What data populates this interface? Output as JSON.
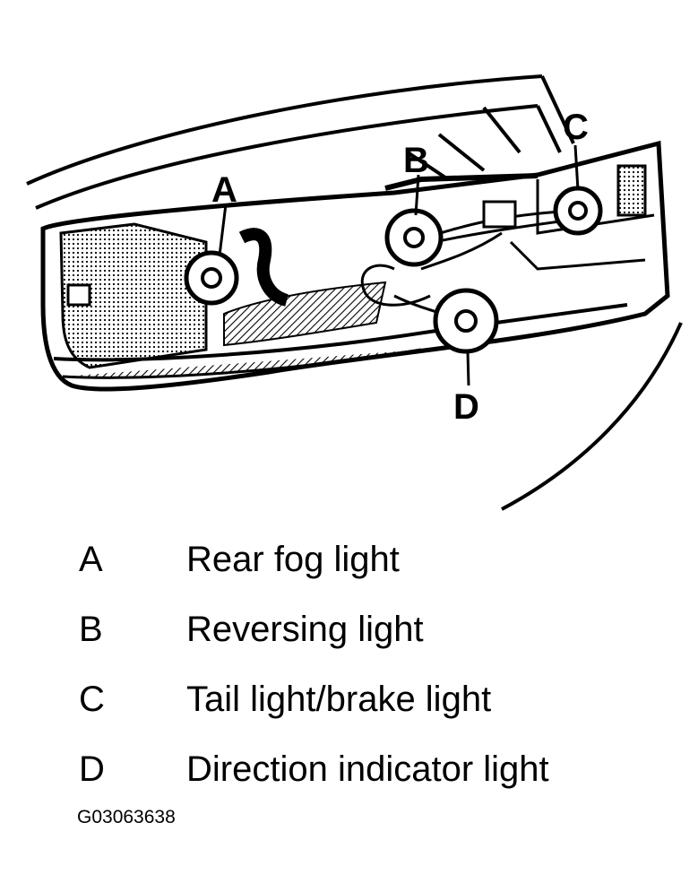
{
  "diagram": {
    "callouts": [
      "A",
      "B",
      "C",
      "D"
    ]
  },
  "legend": [
    {
      "key": "A",
      "text": "Rear fog light"
    },
    {
      "key": "B",
      "text": "Reversing light"
    },
    {
      "key": "C",
      "text": "Tail light/brake light"
    },
    {
      "key": "D",
      "text": "Direction indicator light"
    }
  ],
  "figure_id": "G03063638",
  "colors": {
    "ink": "#000000",
    "paper": "#ffffff"
  }
}
